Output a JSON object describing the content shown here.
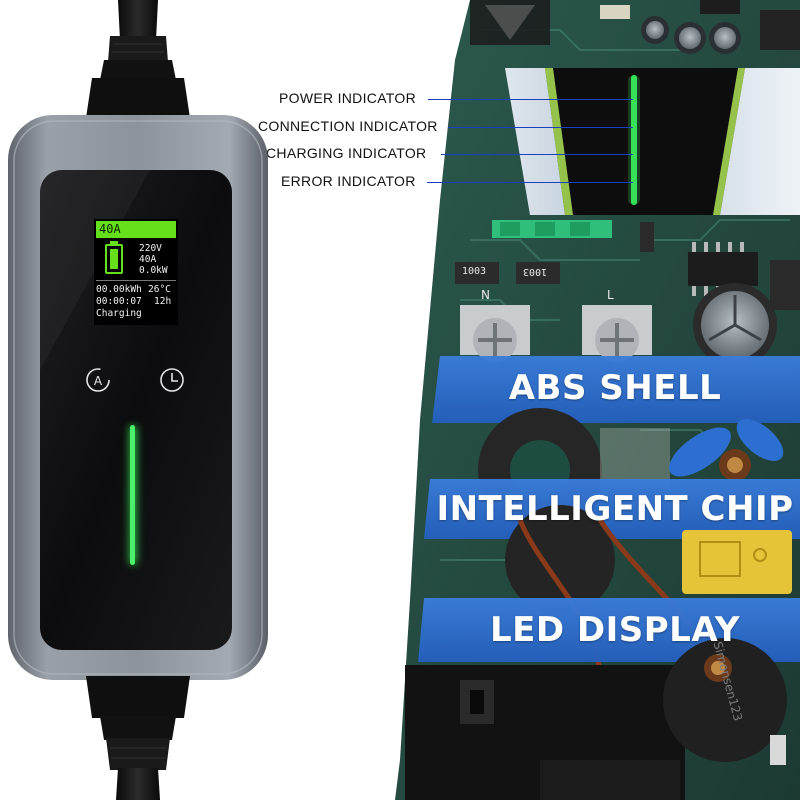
{
  "callouts": {
    "power": "POWER INDICATOR",
    "connection": "CONNECTION INDICATOR",
    "charging": "CHARGING INDICATOR",
    "error": "ERROR INDICATOR"
  },
  "features": {
    "shell": "ABS SHELL",
    "chip": "INTELLIGENT CHIP",
    "display": "LED DISPLAY"
  },
  "screen": {
    "current_header": "40A",
    "voltage": "220V",
    "current": "40A",
    "power": "0.0kW",
    "energy": "00.00kWh",
    "temperature": "26°C",
    "elapsed": "00:00:07",
    "timer": "12h",
    "status": "Charging"
  },
  "board_labels": {
    "r1": "1003",
    "r2": "1003",
    "n": "N",
    "l": "L",
    "cap_brand": "Simonsen123"
  },
  "colors": {
    "accent_green": "#3ddf54",
    "banner_blue": "#2f6fd0",
    "shell_grey": "#8c929b",
    "callout_line": "#1a3fbf"
  },
  "icons": {
    "current_button": "current-a-icon",
    "timer_button": "clock-icon"
  }
}
